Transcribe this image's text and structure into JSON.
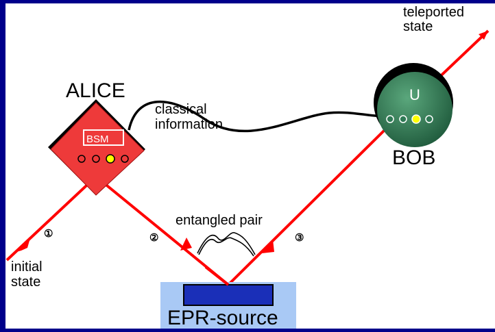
{
  "labels": {
    "alice": "ALICE",
    "bob": "BOB",
    "bsm": "BSM",
    "unitary": "U",
    "classical_line1": "classical",
    "classical_line2": "information",
    "entangled_pair": "entangled pair",
    "initial_line1": "initial",
    "initial_line2": "state",
    "teleported_line1": "teleported",
    "teleported_line2": "state",
    "epr_source": "EPR-source",
    "marker1": "①",
    "marker2": "②",
    "marker3": "③"
  },
  "colors": {
    "background": "#00008b",
    "beam": "#ff0000",
    "alice_diamond": "#ee3a3a",
    "bob_sphere": "#2f7a55",
    "epr_box": "#a9c9f5",
    "epr_block": "#1a2fb8",
    "indicator_on": "#ffff00"
  }
}
